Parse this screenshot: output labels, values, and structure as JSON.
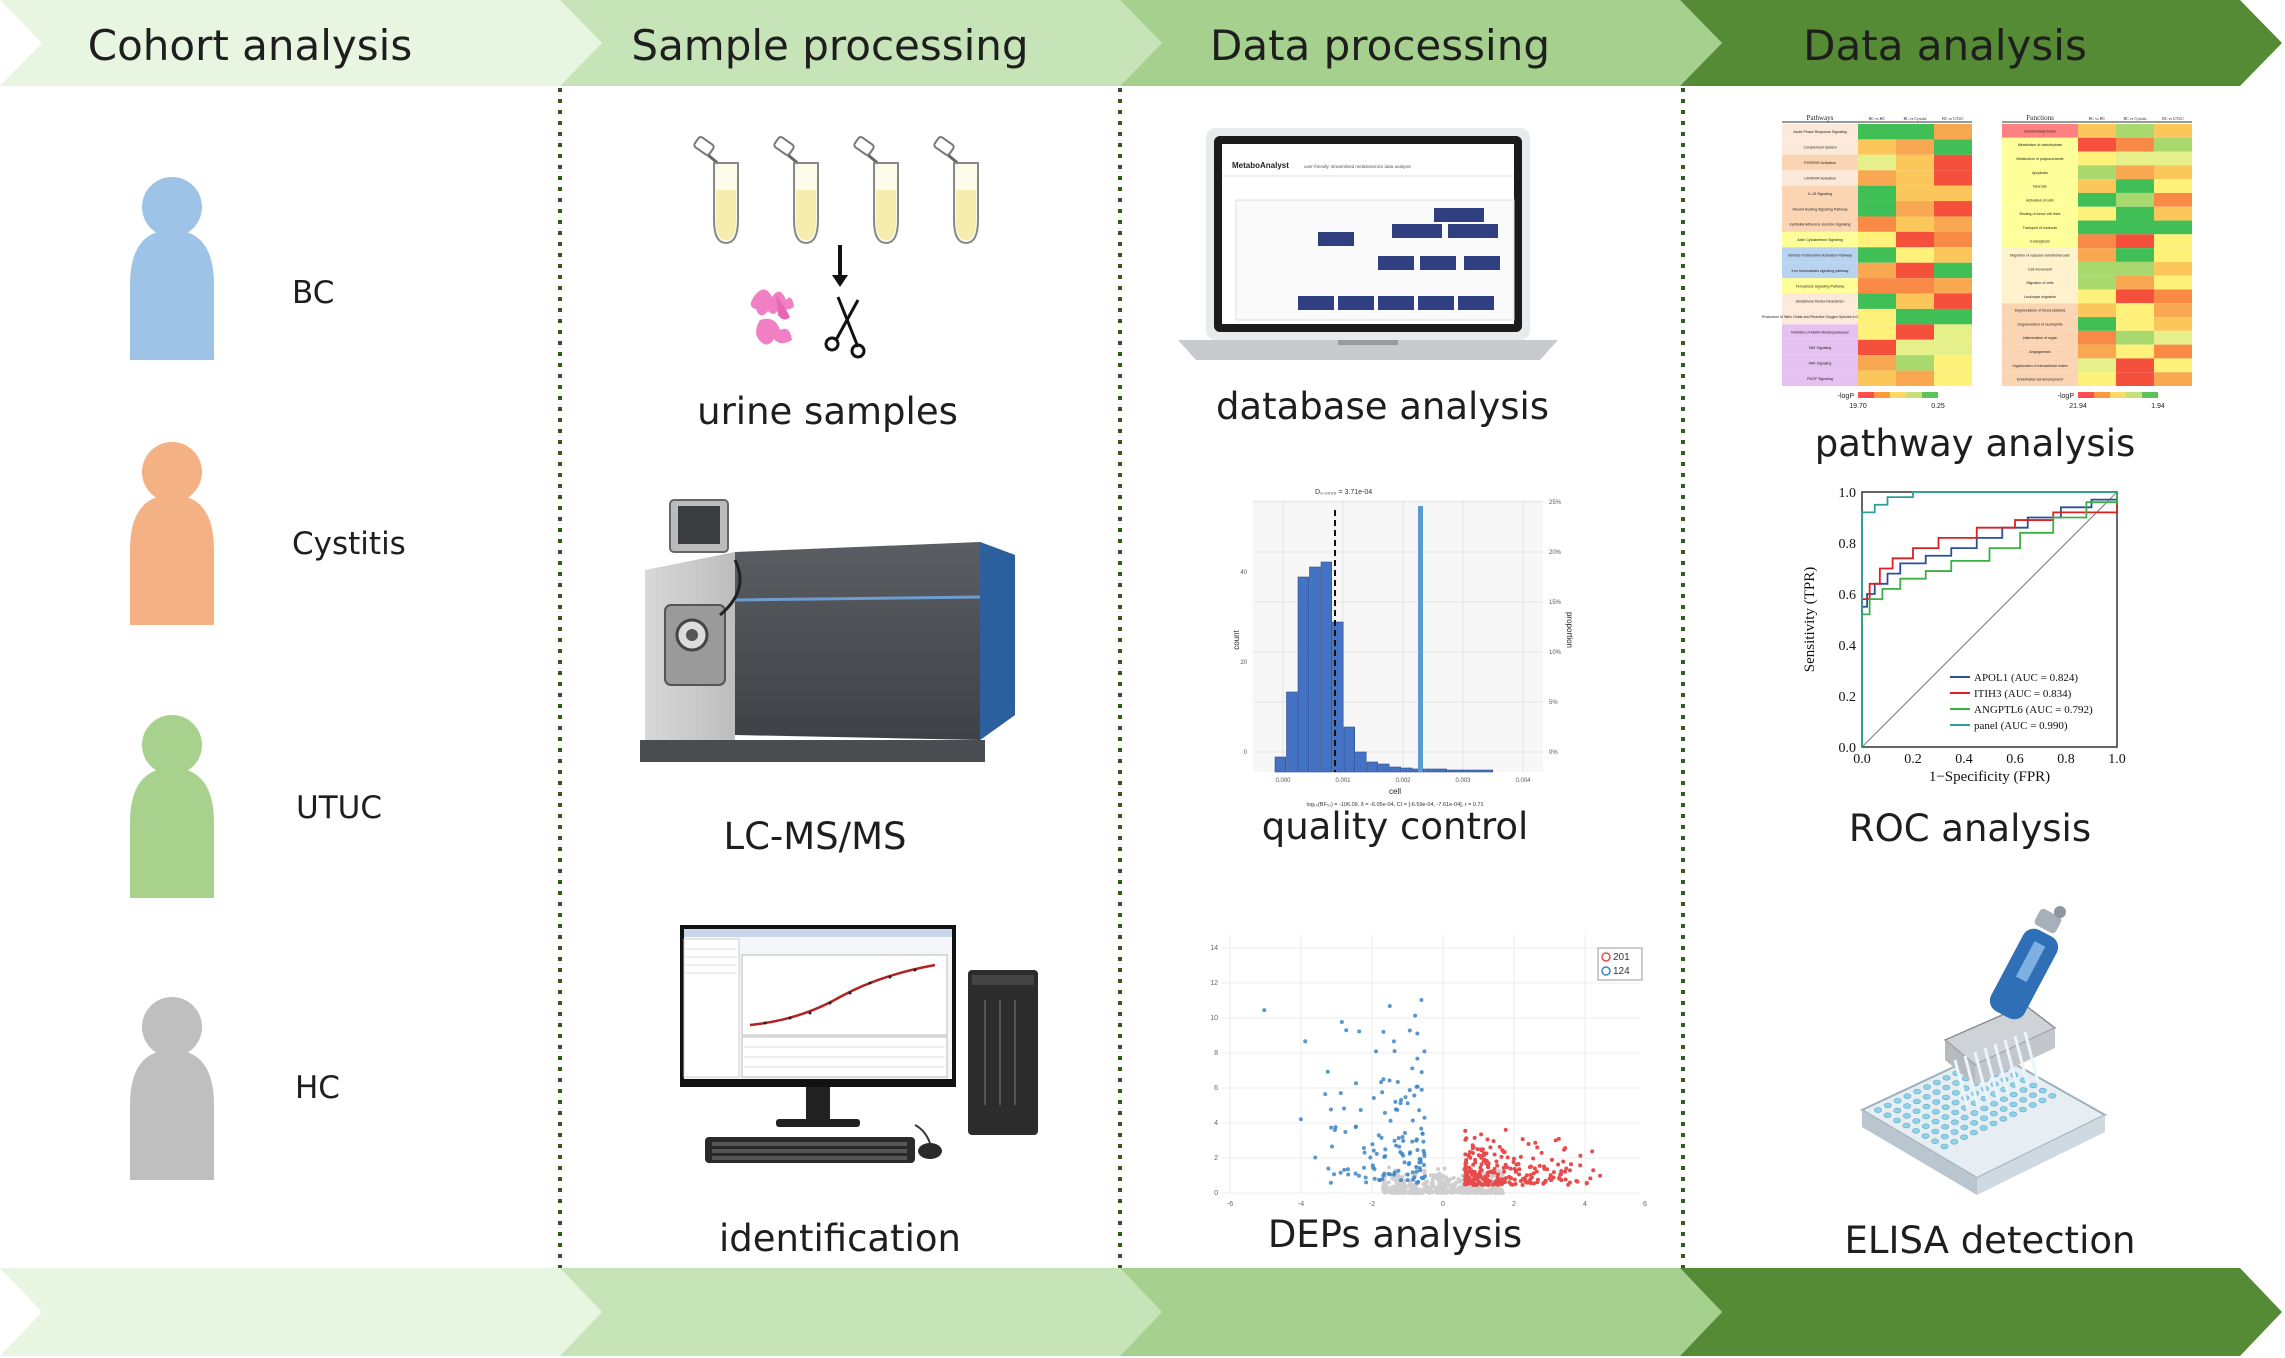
{
  "colors": {
    "stage1": "#e8f5e0",
    "stage2": "#c7e4b8",
    "stage3": "#a5d08d",
    "stage4": "#558b35",
    "divider": "#2e5e1e",
    "bc": "#9dc3e6",
    "cystitis": "#f4b183",
    "utuc": "#a9d18e",
    "hc": "#bfbfbf"
  },
  "stages": [
    {
      "label": "Cohort analysis"
    },
    {
      "label": "Sample processing"
    },
    {
      "label": "Data processing"
    },
    {
      "label": "Data analysis"
    }
  ],
  "groups": [
    "BC",
    "Cystitis",
    "UTUC",
    "HC"
  ],
  "captions": {
    "urine": "urine samples",
    "lcms": "LC-MS/MS",
    "identification": "identification",
    "database": "database analysis",
    "qc": "quality control",
    "deps": "DEPs analysis",
    "pathway": "pathway analysis",
    "roc": "ROC analysis",
    "elisa": "ELISA detection"
  },
  "laptop": {
    "brand": "MetaboAnalyst",
    "tagline": "user-friendly, streamlined metabolomics data analysis"
  },
  "qc_plot": {
    "annotation": "D₀.₀₀₀₀ = 3.71e-04",
    "xlabel": "cell",
    "ylabel": "count",
    "y2label": "proportion",
    "footer": "log₁₀(BF₀₁) = -106.09, δ = -6.05e-04, CI = [-6.59e-04, -7.61e-04], r = 0.71",
    "x_ticks": [
      "0.000",
      "0.001",
      "0.002",
      "0.003",
      "0.004"
    ],
    "y_ticks": [
      "0",
      "20",
      "40"
    ],
    "y2_ticks": [
      "0%",
      "5%",
      "10%",
      "15%",
      "20%",
      "25%"
    ]
  },
  "volcano": {
    "legend": [
      "201",
      "124"
    ],
    "y_ticks": [
      "0",
      "2",
      "4",
      "6",
      "8",
      "10",
      "12",
      "14"
    ],
    "x_ticks": [
      "-6",
      "-4",
      "-2",
      "0",
      "2",
      "4",
      "6"
    ]
  },
  "heatmap_left": {
    "header": [
      "Pathways",
      "BC vs HC",
      "BC vs Cystitis",
      "BC vs UTUC"
    ],
    "rows": [
      "Acute Phase Response Signaling",
      "Complement System",
      "FXR/RXR Activation",
      "LXR/RXR Activation",
      "IL-15 Signaling",
      "Wound Healing Signaling Pathway",
      "Epithelial Adherens Junction Signaling",
      "Actin Cytoskeleton Signaling",
      "Intrinsic Prothrombin Activation Pathway",
      "Iron homeostasis signaling pathway",
      "Ferroptosis Signaling Pathway",
      "Glutathione Redox Reactions I",
      "Production of Nitric Oxide and Reactive Oxygen Species in Macrophages",
      "Inhibition of Matrix Metalloproteases",
      "FAK Signaling",
      "PAK Signaling",
      "PDGF Signaling"
    ],
    "scale_label": "-logP",
    "scale_min": "19.70",
    "scale_max": "0.25"
  },
  "heatmap_right": {
    "header": [
      "Functions",
      "BC vs HC",
      "BC vs Cystitis",
      "BC vs UTUC"
    ],
    "rows": [
      "Genitourinary tumor",
      "Metabolism of carbohydrate",
      "Metabolism of polysaccharide",
      "Apoptosis",
      "Necrosis",
      "Activation of cells",
      "Binding of tumor cell lines",
      "Transport of molecule",
      "Endocytosis",
      "Migration of vascular endothelial cells",
      "Cell movement",
      "Migration of cells",
      "Leukocyte migration",
      "Degranulation of blood platelets",
      "Degranulation of neutrophils",
      "Inflammation of organ",
      "Angiogenesis",
      "Organization of extracellular matrix",
      "Endothelial cell development"
    ],
    "scale_label": "-logP",
    "scale_min": "21.94",
    "scale_max": "1.94"
  },
  "roc": {
    "xlabel": "1−Specificity (FPR)",
    "ylabel": "Sensitivity (TPR)",
    "ticks": [
      "0.0",
      "0.2",
      "0.4",
      "0.6",
      "0.8",
      "1.0"
    ],
    "legend": [
      {
        "label": "APOL1 (AUC = 0.824)",
        "color": "#2e4e9a"
      },
      {
        "label": "ITIH3 (AUC = 0.834)",
        "color": "#e02020"
      },
      {
        "label": "ANGPTL6 (AUC = 0.792)",
        "color": "#3cb043"
      },
      {
        "label": "panel (AUC = 0.990)",
        "color": "#2aa198"
      }
    ]
  }
}
